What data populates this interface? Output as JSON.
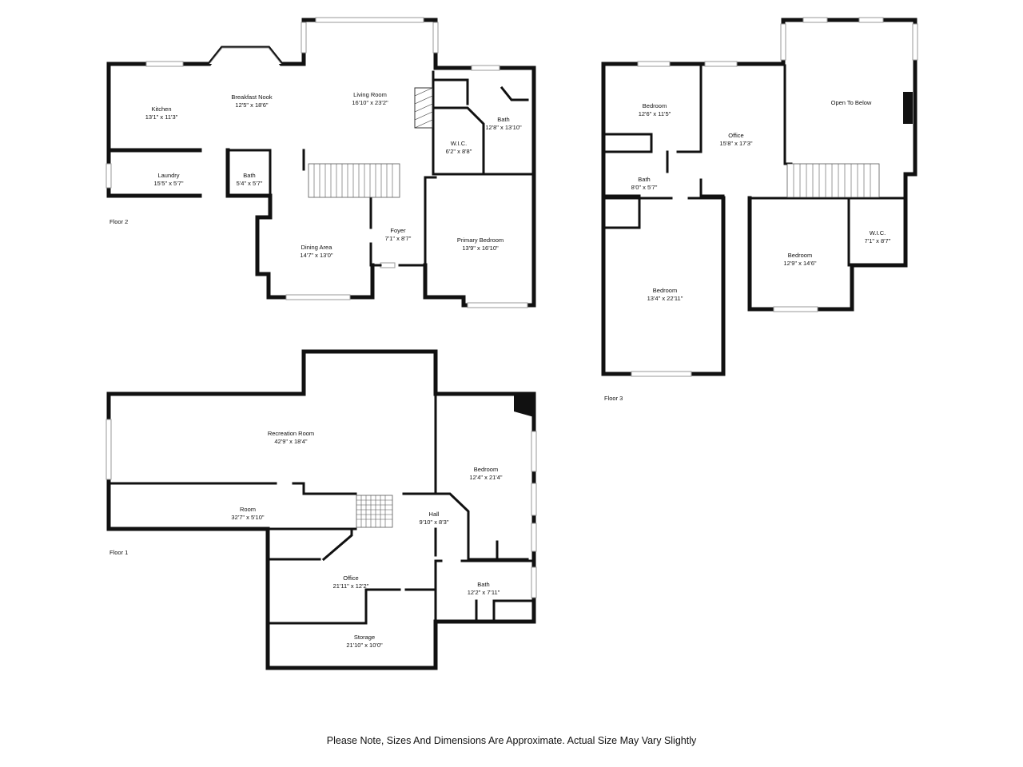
{
  "floors": {
    "floor2": {
      "label": "Floor 2",
      "rooms": {
        "kitchen": {
          "name": "Kitchen",
          "dims": "13'1\" x 11'3\""
        },
        "breakfast_nook": {
          "name": "Breakfast Nook",
          "dims": "12'5\" x 18'6\""
        },
        "living_room": {
          "name": "Living Room",
          "dims": "16'10\" x 23'2\""
        },
        "wic": {
          "name": "W.I.C.",
          "dims": "6'2\" x 8'8\""
        },
        "bath_primary": {
          "name": "Bath",
          "dims": "12'8\" x 13'10\""
        },
        "laundry": {
          "name": "Laundry",
          "dims": "15'5\" x 5'7\""
        },
        "bath_small": {
          "name": "Bath",
          "dims": "5'4\" x 5'7\""
        },
        "foyer": {
          "name": "Foyer",
          "dims": "7'1\" x 8'7\""
        },
        "dining_area": {
          "name": "Dining Area",
          "dims": "14'7\" x 13'0\""
        },
        "primary_bedroom": {
          "name": "Primary Bedroom",
          "dims": "13'9\" x 16'10\""
        }
      }
    },
    "floor3": {
      "label": "Floor 3",
      "rooms": {
        "bedroom_a": {
          "name": "Bedroom",
          "dims": "12'6\" x 11'5\""
        },
        "office": {
          "name": "Office",
          "dims": "15'8\" x 17'3\""
        },
        "open_to_below": {
          "name": "Open To Below",
          "dims": ""
        },
        "bath": {
          "name": "Bath",
          "dims": "8'0\" x 5'7\""
        },
        "bedroom_b": {
          "name": "Bedroom",
          "dims": "12'9\" x 14'6\""
        },
        "wic": {
          "name": "W.I.C.",
          "dims": "7'1\" x 8'7\""
        },
        "bedroom_c": {
          "name": "Bedroom",
          "dims": "13'4\" x 22'11\""
        }
      }
    },
    "floor1": {
      "label": "Floor 1",
      "rooms": {
        "recreation_room": {
          "name": "Recreation Room",
          "dims": "42'9\" x 18'4\""
        },
        "bedroom": {
          "name": "Bedroom",
          "dims": "12'4\" x 21'4\""
        },
        "room": {
          "name": "Room",
          "dims": "32'7\" x 5'10\""
        },
        "hall": {
          "name": "Hall",
          "dims": "9'10\" x 8'3\""
        },
        "office": {
          "name": "Office",
          "dims": "21'11\" x 12'2\""
        },
        "bath": {
          "name": "Bath",
          "dims": "12'2\" x 7'11\""
        },
        "storage": {
          "name": "Storage",
          "dims": "21'10\" x 10'0\""
        }
      }
    }
  },
  "footer_note": "Please Note, Sizes And Dimensions Are Approximate. Actual Size May Vary Slightly"
}
